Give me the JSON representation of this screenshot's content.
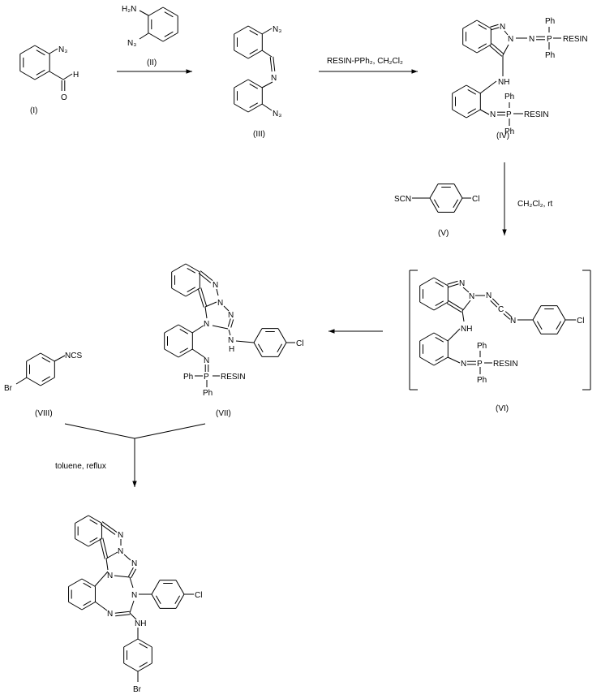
{
  "compounds": {
    "I": {
      "label": "(I)",
      "atoms": {
        "n3": "N₃",
        "h": "H",
        "o": "O"
      }
    },
    "II": {
      "label": "(II)",
      "atoms": {
        "h2n": "H₂N",
        "n3": "N₃"
      }
    },
    "III": {
      "label": "(III)",
      "atoms": {
        "n3_top": "N₃",
        "n": "N",
        "n3_bottom": "N₃"
      }
    },
    "IV": {
      "label": "(IV)",
      "atoms": {
        "n1": "N",
        "n2": "N",
        "n_chain": "N",
        "p1": "P",
        "resin1": "RESIN",
        "ph1": "Ph",
        "ph2": "Ph",
        "nh": "NH",
        "n_low": "N",
        "p2": "P",
        "resin2": "RESIN",
        "ph3": "Ph",
        "ph4": "Ph"
      }
    },
    "V": {
      "label": "(V)",
      "atoms": {
        "scn": "SCN",
        "cl": "Cl"
      }
    },
    "VI": {
      "label": "(VI)",
      "atoms": {
        "n1": "N",
        "n2": "N",
        "n_a": "N",
        "c": "C",
        "n_b": "N",
        "cl": "Cl",
        "nh": "NH",
        "n_low": "N",
        "p": "P",
        "resin": "RESIN",
        "ph1": "Ph",
        "ph2": "Ph"
      }
    },
    "VII": {
      "label": "(VII)",
      "atoms": {
        "n1": "N",
        "n2": "N",
        "n3": "N",
        "n4": "N",
        "n_amine": "N",
        "h": "H",
        "cl": "Cl",
        "n_imine": "N",
        "p": "P",
        "ph_left": "Ph",
        "resin": "RESIN",
        "ph_bottom": "Ph"
      }
    },
    "VIII": {
      "label": "(VIII)",
      "atoms": {
        "ncs": "NCS",
        "br": "Br"
      }
    },
    "product": {
      "atoms": {
        "n1": "N",
        "n2": "N",
        "n3": "N",
        "n4": "N",
        "n5": "N",
        "cl": "Cl",
        "n6": "N",
        "nh": "NH",
        "br": "Br"
      }
    }
  },
  "steps": {
    "step2_conditions": "RESIN-PPh₂, CH₂Cl₂",
    "step3_conditions": "CH₂Cl₂, rt",
    "step5_conditions": "toluene, reflux"
  }
}
